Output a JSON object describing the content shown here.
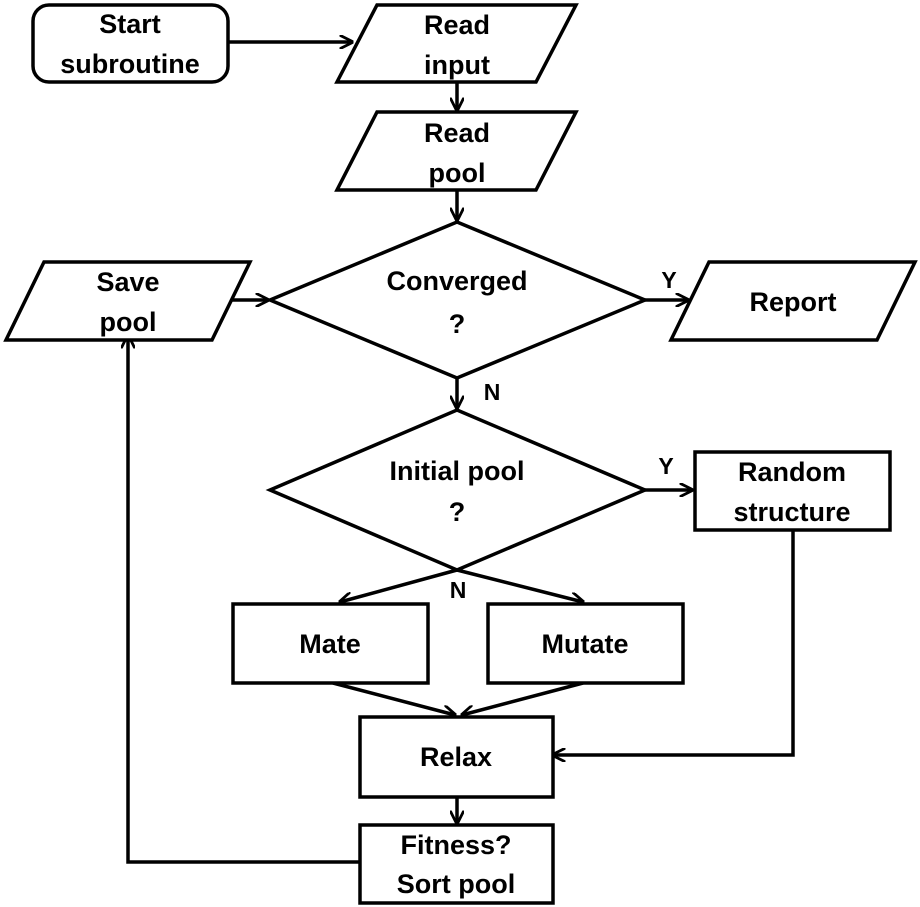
{
  "nodes": {
    "start": {
      "line1": "Start",
      "line2": "subroutine"
    },
    "read_input": {
      "line1": "Read",
      "line2": "input"
    },
    "read_pool": {
      "line1": "Read",
      "line2": "pool"
    },
    "converged": {
      "line1": "Converged",
      "line2": "?"
    },
    "save_pool": {
      "line1": "Save",
      "line2": "pool"
    },
    "report": {
      "line1": "Report"
    },
    "initial_pool": {
      "line1": "Initial pool",
      "line2": "?"
    },
    "random_structure": {
      "line1": "Random",
      "line2": "structure"
    },
    "mate": {
      "line1": "Mate"
    },
    "mutate": {
      "line1": "Mutate"
    },
    "relax": {
      "line1": "Relax"
    },
    "fitness": {
      "line1": "Fitness?",
      "line2": "Sort pool"
    }
  },
  "edge_labels": {
    "converged_yes": "Y",
    "converged_no": "N",
    "initial_yes": "Y",
    "initial_no": "N"
  }
}
